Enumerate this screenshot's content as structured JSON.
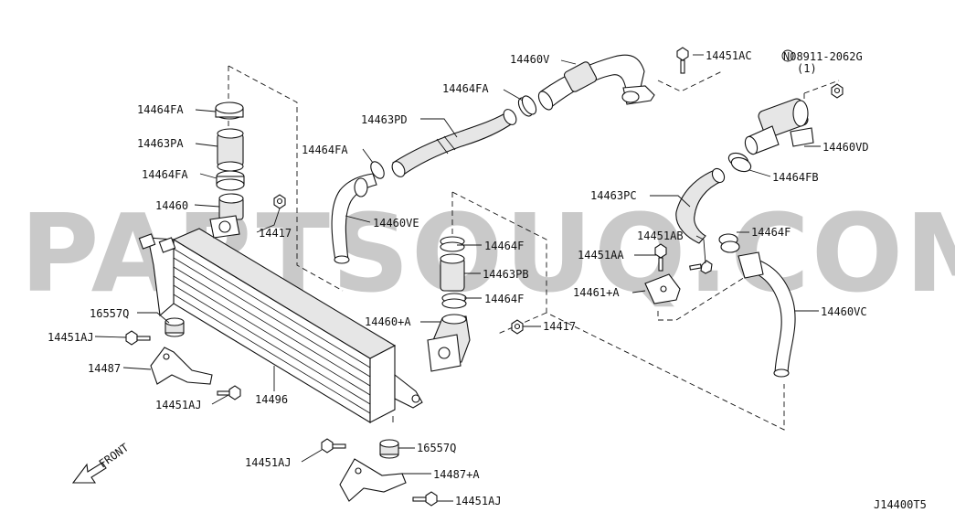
{
  "watermark": "PARTSOUQ.COM",
  "diagram_id": "J14400T5",
  "front_label": "FRONT",
  "labels": [
    {
      "id": "p14460v",
      "text": "14460V"
    },
    {
      "id": "p14451ac",
      "text": "14451AC"
    },
    {
      "id": "p08911",
      "text": "N08911-2062G"
    },
    {
      "id": "p08911q",
      "text": "(1)"
    },
    {
      "id": "p14464fa_top",
      "text": "14464FA"
    },
    {
      "id": "p14464fa_a",
      "text": "14464FA"
    },
    {
      "id": "p14463pa",
      "text": "14463PA"
    },
    {
      "id": "p14464fa_b",
      "text": "14464FA"
    },
    {
      "id": "p14460",
      "text": "14460"
    },
    {
      "id": "p14417_a",
      "text": "14417"
    },
    {
      "id": "p14463pd",
      "text": "14463PD"
    },
    {
      "id": "p14464fa_c",
      "text": "14464FA"
    },
    {
      "id": "p14460vd",
      "text": "14460VD"
    },
    {
      "id": "p14464fb",
      "text": "14464FB"
    },
    {
      "id": "p14463pc",
      "text": "14463PC"
    },
    {
      "id": "p14460ve",
      "text": "14460VE"
    },
    {
      "id": "p14464f_a",
      "text": "14464F"
    },
    {
      "id": "p14451ab",
      "text": "14451AB"
    },
    {
      "id": "p14464f_r",
      "text": "14464F"
    },
    {
      "id": "p14451aa",
      "text": "14451AA"
    },
    {
      "id": "p14463pb",
      "text": "14463PB"
    },
    {
      "id": "p14461a",
      "text": "14461+A"
    },
    {
      "id": "p14464f_b",
      "text": "14464F"
    },
    {
      "id": "p14460vc",
      "text": "14460VC"
    },
    {
      "id": "p16557q_a",
      "text": "16557Q"
    },
    {
      "id": "p14460a",
      "text": "14460+A"
    },
    {
      "id": "p14417_b",
      "text": "14417"
    },
    {
      "id": "p14451aj_a",
      "text": "14451AJ"
    },
    {
      "id": "p14487",
      "text": "14487"
    },
    {
      "id": "p14496",
      "text": "14496"
    },
    {
      "id": "p14451aj_b",
      "text": "14451AJ"
    },
    {
      "id": "p16557q_b",
      "text": "16557Q"
    },
    {
      "id": "p14451aj_c",
      "text": "14451AJ"
    },
    {
      "id": "p14487a",
      "text": "14487+A"
    },
    {
      "id": "p14451aj_d",
      "text": "14451AJ"
    }
  ]
}
